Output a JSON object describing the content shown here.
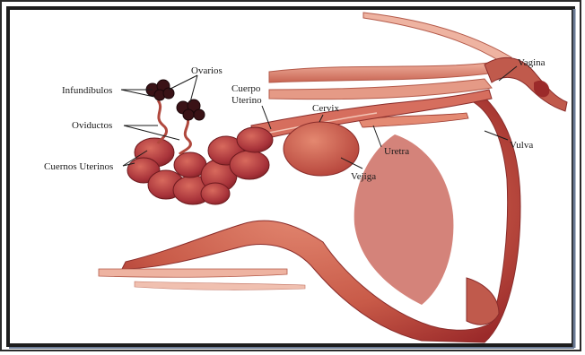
{
  "labels": {
    "ovarios": "Ovarios",
    "infundibulos": "Infundíbulos",
    "oviductos": "Oviductos",
    "cuernos": "Cuernos Uterinos",
    "cuerpo_uterino_1": "Cuerpo",
    "cuerpo_uterino_2": "Uterino",
    "cervix": "Cervix",
    "vejiga": "Vejiga",
    "uretra": "Uretra",
    "vagina": "Vagina",
    "vulva": "Vulva"
  },
  "colors": {
    "tissue_light": "#e9a08f",
    "tissue_mid": "#c9604f",
    "tissue_dark": "#9b2a2a",
    "ovary": "#3a1216",
    "frame_outer": "#2b2b2b",
    "frame_shadow": "#6b7b95"
  }
}
